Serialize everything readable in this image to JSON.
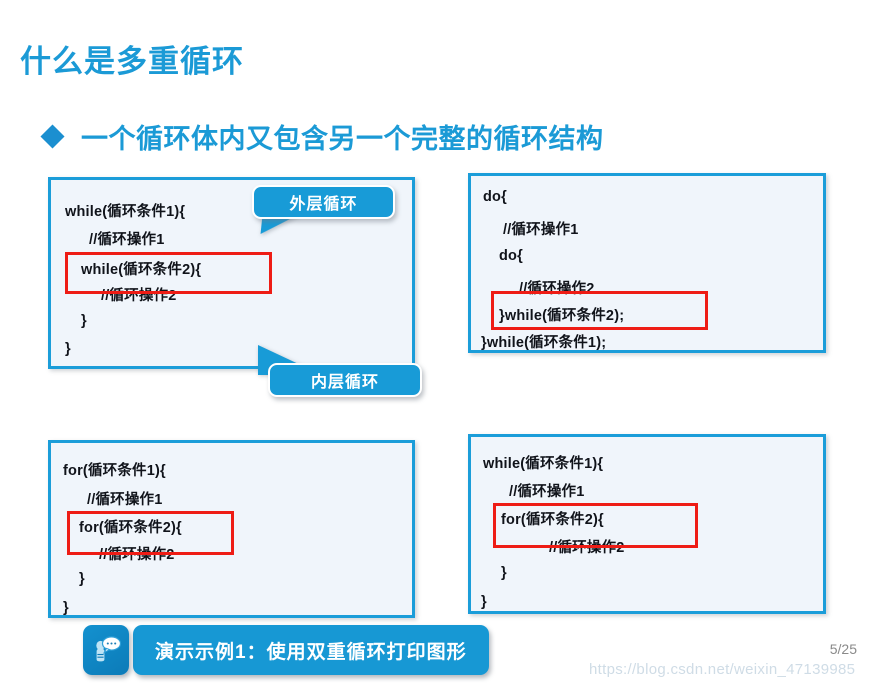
{
  "slide": {
    "title": "什么是多重循环",
    "bullet": "一个循环体内又包含另一个完整的循环结构",
    "bullet_icon": "diamond-bullet-icon",
    "page_number": "5/25",
    "watermark": "https://blog.csdn.net/weixin_47139985",
    "accent_color": "#1B9AD6",
    "panel_border_color": "#1B9DD9",
    "panel_bg_color": "#F0F5FB",
    "highlight_color": "#EE1C15",
    "callout_color": "#189BD7"
  },
  "panels": {
    "top_left": {
      "name": "while-nested-loop-panel",
      "lines": [
        "while(循环条件1){",
        "//循环操作1",
        "while(循环条件2){",
        "//循环操作2",
        "}",
        "}"
      ]
    },
    "top_right": {
      "name": "do-while-nested-loop-panel",
      "lines": [
        "do{",
        "//循环操作1",
        "do{",
        "//循环操作2",
        "}while(循环条件2);",
        "}while(循环条件1);"
      ]
    },
    "bottom_left": {
      "name": "for-nested-loop-panel",
      "lines": [
        "for(循环条件1){",
        "//循环操作1",
        "for(循环条件2){",
        "//循环操作2",
        "}",
        "}"
      ]
    },
    "bottom_right": {
      "name": "while-for-nested-loop-panel",
      "lines": [
        "while(循环条件1){",
        "//循环操作1",
        "for(循环条件2){",
        "//循环操作2",
        "}",
        "}"
      ]
    }
  },
  "callouts": {
    "outer": "外层循环",
    "inner": "内层循环"
  },
  "demo": {
    "icon": "person-speech-bubble-icon",
    "label": "演示示例1：使用双重循环打印图形"
  }
}
